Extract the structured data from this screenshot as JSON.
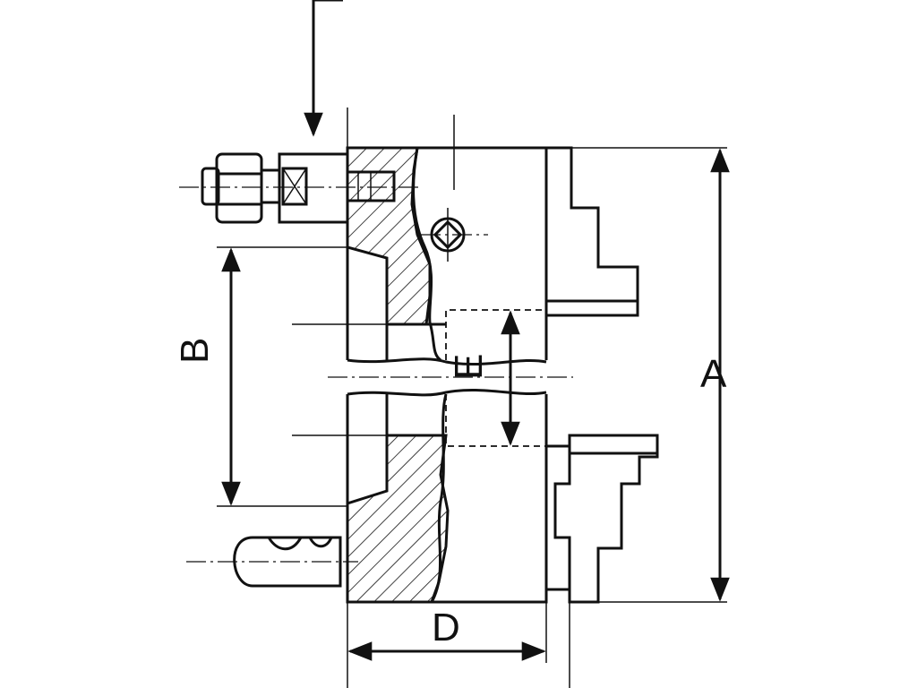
{
  "labels": {
    "A": "A",
    "B": "B",
    "D": "D",
    "E": "E"
  },
  "colors": {
    "line": "#111111",
    "background": "#ffffff"
  }
}
